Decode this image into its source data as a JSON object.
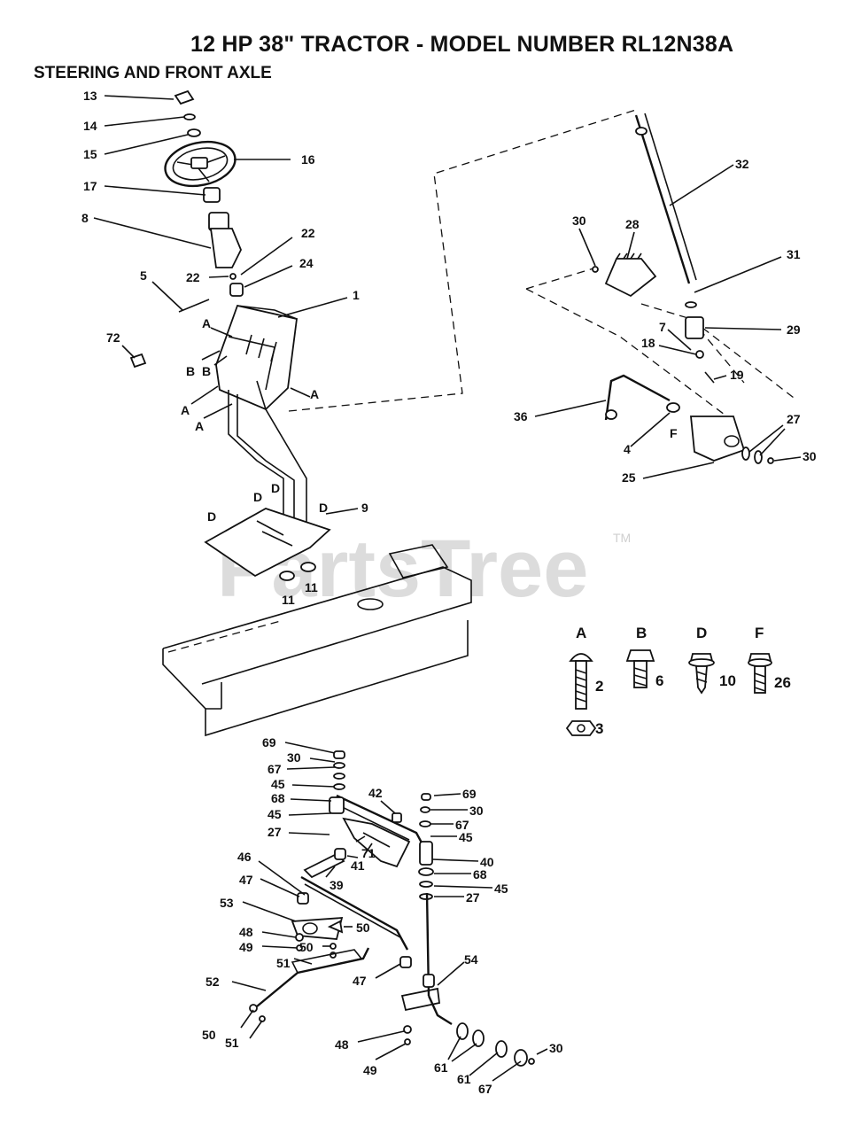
{
  "title": "12 HP 38\"  TRACTOR - MODEL NUMBER RL12N38A",
  "subtitle": "STEERING AND FRONT AXLE",
  "watermark": {
    "text": "PartsTree",
    "tm": "TM"
  },
  "callouts": [
    "13",
    "14",
    "15",
    "16",
    "17",
    "8",
    "22",
    "22",
    "24",
    "5",
    "1",
    "72",
    "A",
    "B",
    "B",
    "A",
    "A",
    "A",
    "D",
    "D",
    "D",
    "D",
    "9",
    "11",
    "11",
    "30",
    "28",
    "32",
    "31",
    "7",
    "18",
    "29",
    "19",
    "36",
    "4",
    "F",
    "27",
    "30",
    "25",
    "69",
    "30",
    "67",
    "45",
    "68",
    "42",
    "69",
    "30",
    "67",
    "45",
    "45",
    "27",
    "71",
    "41",
    "40",
    "68",
    "45",
    "46",
    "39",
    "27",
    "47",
    "53",
    "50",
    "48",
    "49",
    "50",
    "51",
    "52",
    "47",
    "54",
    "50",
    "51",
    "48",
    "49",
    "61",
    "61",
    "30",
    "67"
  ],
  "legend": [
    {
      "letter": "A",
      "part": "2",
      "nut": "3"
    },
    {
      "letter": "B",
      "part": "6"
    },
    {
      "letter": "D",
      "part": "10"
    },
    {
      "letter": "F",
      "part": "26"
    }
  ]
}
